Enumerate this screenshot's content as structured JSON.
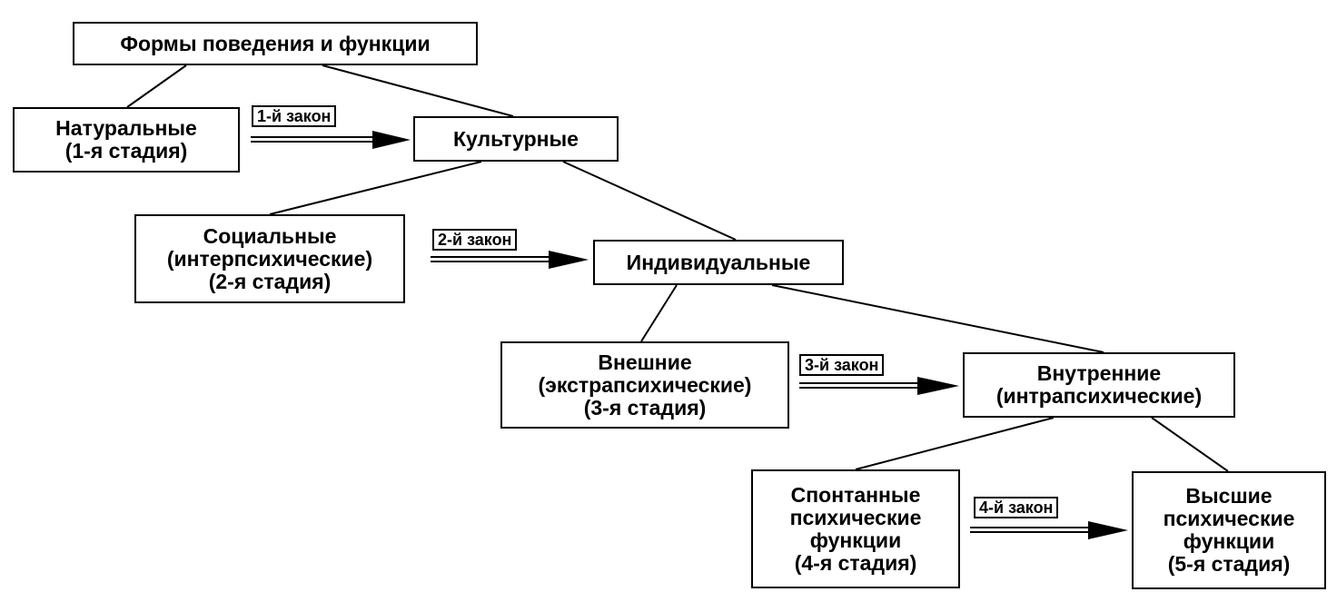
{
  "diagram": {
    "root": {
      "label": "Формы поведения и функции"
    },
    "nodes": {
      "natural": {
        "line1": "Натуральные",
        "line2": "(1-я стадия)"
      },
      "cultural": {
        "line1": "Культурные"
      },
      "social": {
        "line1": "Социальные",
        "line2": "(интерпсихические)",
        "line3": "(2-я стадия)"
      },
      "individual": {
        "line1": "Индивидуальные"
      },
      "external": {
        "line1": "Внешние",
        "line2": "(экстрапсихические)",
        "line3": "(3-я стадия)"
      },
      "internal": {
        "line1": "Внутренние",
        "line2": "(интрапсихические)"
      },
      "spontaneous": {
        "line1": "Спонтанные",
        "line2": "психические",
        "line3": "функции",
        "line4": "(4-я стадия)"
      },
      "higher": {
        "line1": "Высшие",
        "line2": "психические",
        "line3": "функции",
        "line4": "(5-я стадия)"
      }
    },
    "laws": {
      "law1": "1-й закон",
      "law2": "2-й закон",
      "law3": "3-й закон",
      "law4": "4-й закон"
    },
    "edges": [
      {
        "from": "root",
        "to": "natural",
        "kind": "tree"
      },
      {
        "from": "root",
        "to": "cultural",
        "kind": "tree"
      },
      {
        "from": "cultural",
        "to": "social",
        "kind": "tree"
      },
      {
        "from": "cultural",
        "to": "individual",
        "kind": "tree"
      },
      {
        "from": "individual",
        "to": "external",
        "kind": "tree"
      },
      {
        "from": "individual",
        "to": "internal",
        "kind": "tree"
      },
      {
        "from": "internal",
        "to": "spontaneous",
        "kind": "tree"
      },
      {
        "from": "internal",
        "to": "higher",
        "kind": "tree"
      },
      {
        "from": "natural",
        "to": "cultural",
        "kind": "law",
        "label": "1-й закон"
      },
      {
        "from": "social",
        "to": "individual",
        "kind": "law",
        "label": "2-й закон"
      },
      {
        "from": "external",
        "to": "internal",
        "kind": "law",
        "label": "3-й закон"
      },
      {
        "from": "spontaneous",
        "to": "higher",
        "kind": "law",
        "label": "4-й закон"
      }
    ]
  }
}
